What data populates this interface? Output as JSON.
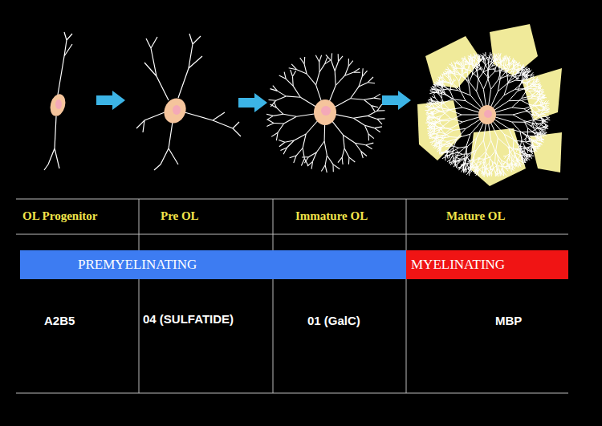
{
  "diagram": {
    "nodes": [
      {
        "text": [
          "PREMYELINATING"
        ]
      },
      {
        "text": [
          "MYELINATING"
        ]
      }
    ],
    "labels": [
      "OL Progenitor",
      "Pre OL",
      "Immature OL",
      "Mature OL",
      "A2B5",
      "04 (SULFATIDE)",
      "01 (GalC)",
      "MBP"
    ]
  }
}
